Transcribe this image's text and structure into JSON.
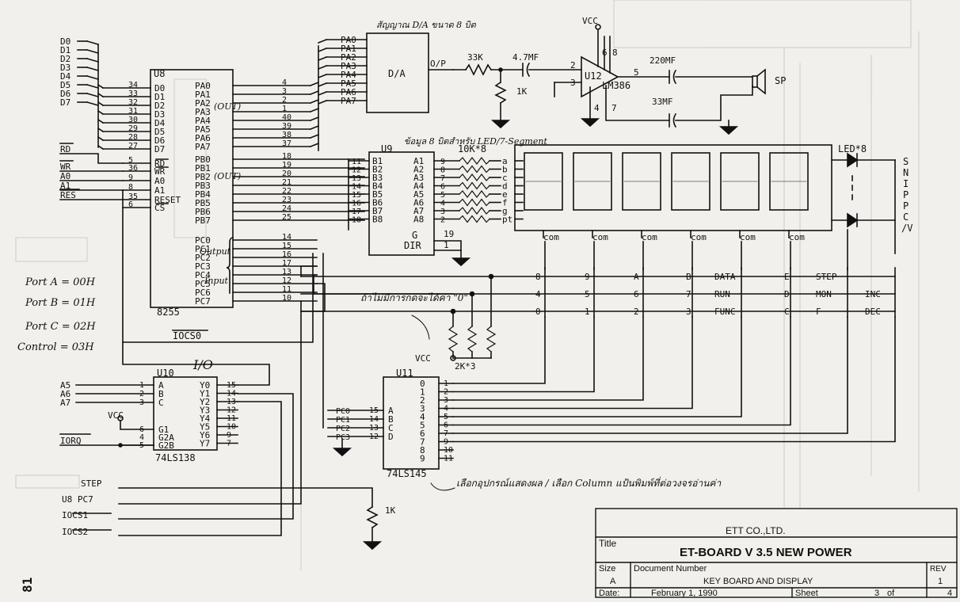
{
  "data_bus": [
    "D0",
    "D1",
    "D2",
    "D3",
    "D4",
    "D5",
    "D6",
    "D7"
  ],
  "u8": {
    "ref": "U8",
    "part": "8255",
    "left_data_pins": [
      "D0",
      "D1",
      "D2",
      "D3",
      "D4",
      "D5",
      "D6",
      "D7"
    ],
    "left_data_nums": [
      "34",
      "33",
      "32",
      "31",
      "30",
      "29",
      "28",
      "27"
    ],
    "left_ctrl_pins": [
      "RD",
      "WR",
      "A0",
      "A1",
      "RESET",
      "CS"
    ],
    "left_ctrl_nums": [
      "5",
      "36",
      "9",
      "8",
      "35",
      "6"
    ],
    "pa_pins": [
      "PA0",
      "PA1",
      "PA2",
      "PA3",
      "PA4",
      "PA5",
      "PA6",
      "PA7"
    ],
    "pa_nums": [
      "4",
      "3",
      "2",
      "1",
      "40",
      "39",
      "38",
      "37"
    ],
    "pb_pins": [
      "PB0",
      "PB1",
      "PB2",
      "PB3",
      "PB4",
      "PB5",
      "PB6",
      "PB7"
    ],
    "pb_nums": [
      "18",
      "19",
      "20",
      "21",
      "22",
      "23",
      "24",
      "25"
    ],
    "pc_pins": [
      "PC0",
      "PC1",
      "PC2",
      "PC3",
      "PC4",
      "PC5",
      "PC6",
      "PC7"
    ],
    "pc_nums": [
      "14",
      "15",
      "16",
      "17",
      "13",
      "12",
      "11",
      "10"
    ],
    "note_out_a": "(OUT)",
    "note_out_b": "(OUT)",
    "note_output": "Output",
    "note_input": "Input"
  },
  "left_signals": [
    "RD",
    "WR",
    "A0",
    "A1",
    "RES"
  ],
  "port_notes": [
    "Port A = 00H",
    "Port B = 01H",
    "Port C = 02H",
    "Control = 03H"
  ],
  "iocs0": "IOCS0",
  "da": {
    "pa_labels": [
      "PA0",
      "PA1",
      "PA2",
      "PA3",
      "PA4",
      "PA5",
      "PA6",
      "PA7"
    ],
    "block_label": "D/A",
    "out_label": "O/P",
    "note": "สัญญาณ D/A ขนาด 8 บิต"
  },
  "audio": {
    "r1": "33K",
    "c1": "4.7MF",
    "r2": "1K",
    "vcc": "VCC",
    "u12": "U12",
    "lm": "LM386",
    "c_out": "220MF",
    "c_bypass": "33MF",
    "sp": "SP",
    "pins": {
      "p2": "2",
      "p3": "3",
      "p6": "6",
      "p8": "8",
      "p5": "5",
      "p4": "4",
      "p7": "7"
    }
  },
  "u9": {
    "ref": "U9",
    "note": "ข้อมูล 8 บิตสำหรับ LED/7-Segment",
    "b_pins": [
      "B1",
      "B2",
      "B3",
      "B4",
      "B5",
      "B6",
      "B7",
      "B8"
    ],
    "b_nums": [
      "11",
      "12",
      "13",
      "14",
      "15",
      "16",
      "17",
      "18"
    ],
    "a_pins": [
      "A1",
      "A2",
      "A3",
      "A4",
      "A5",
      "A6",
      "A7",
      "A8"
    ],
    "a_nums": [
      "9",
      "8",
      "7",
      "6",
      "5",
      "4",
      "3",
      "2"
    ],
    "g": "G",
    "dir": "DIR",
    "g_num": "19",
    "dir_num": "1"
  },
  "resistor_array": "10K*8",
  "segments": [
    "a",
    "b",
    "c",
    "d",
    "e",
    "f",
    "g",
    "pt"
  ],
  "com_labels": [
    "com",
    "com",
    "com",
    "com",
    "com",
    "com"
  ],
  "leds": {
    "label": "LED*8",
    "side_text": [
      "S",
      "N",
      "I",
      "P",
      "P",
      "C"
    ],
    "slash_v": "/V"
  },
  "keypad_rows": [
    [
      "8",
      "9",
      "A",
      "B",
      "DATA",
      "E",
      "STEP"
    ],
    [
      "4",
      "5",
      "6",
      "7",
      "RUN",
      "D",
      "MON",
      "INC"
    ],
    [
      "0",
      "1",
      "2",
      "3",
      "FUNC",
      "C",
      "F",
      "DEC"
    ]
  ],
  "pullup_note": "ถ้าไม่มีการกดจะได้ค่า \"0\"",
  "pullup_vcc": "VCC",
  "pullup_res": "2K*3",
  "u10": {
    "ref": "U10",
    "title": "I/O",
    "part": "74LS138",
    "in_pins": [
      "A",
      "B",
      "C"
    ],
    "in_nums": [
      "1",
      "2",
      "3"
    ],
    "en_pins": [
      "G1",
      "G2A",
      "G2B"
    ],
    "en_nums": [
      "6",
      "4",
      "5"
    ],
    "out_pins": [
      "Y0",
      "Y1",
      "Y2",
      "Y3",
      "Y4",
      "Y5",
      "Y6",
      "Y7"
    ],
    "out_nums": [
      "15",
      "14",
      "13",
      "12",
      "11",
      "10",
      "9",
      "7"
    ],
    "addr_labels": [
      "A5",
      "A6",
      "A7"
    ],
    "vcc": "VCC",
    "iorq": "IORQ"
  },
  "u11": {
    "ref": "U11",
    "part": "74LS145",
    "in_pins": [
      "A",
      "B",
      "C",
      "D"
    ],
    "pc_labels": [
      "PC0",
      "PC1",
      "PC2",
      "PC3"
    ],
    "pc_nums": [
      "15",
      "14",
      "13",
      "12"
    ],
    "out_pins": [
      "0",
      "1",
      "2",
      "3",
      "4",
      "5",
      "6",
      "7",
      "8",
      "9"
    ],
    "out_nums": [
      "1",
      "2",
      "3",
      "4",
      "5",
      "6",
      "7",
      "9",
      "10",
      "11"
    ],
    "note": "เลือกอุปกรณ์แสดงผล / เลือก Column แป้นพิมพ์ที่ต่อวงจรอ่านค่า"
  },
  "bottom_signals": [
    "STEP",
    "U8 PC7",
    "IOCS1",
    "IOCS2"
  ],
  "bottom_res": "1K",
  "page_number": "81",
  "title_block": {
    "company": "ETT CO.,LTD.",
    "title_label": "Title",
    "title": "ET-BOARD V 3.5  NEW POWER",
    "size_label": "Size",
    "size": "A",
    "docnum_label": "Document Number",
    "docnum": "KEY BOARD AND DISPLAY",
    "rev_label": "REV",
    "rev": "1",
    "date_label": "Date:",
    "date": "February  1, 1990",
    "sheet_label": "Sheet",
    "sheet": "3",
    "of": "of",
    "total": "4"
  }
}
